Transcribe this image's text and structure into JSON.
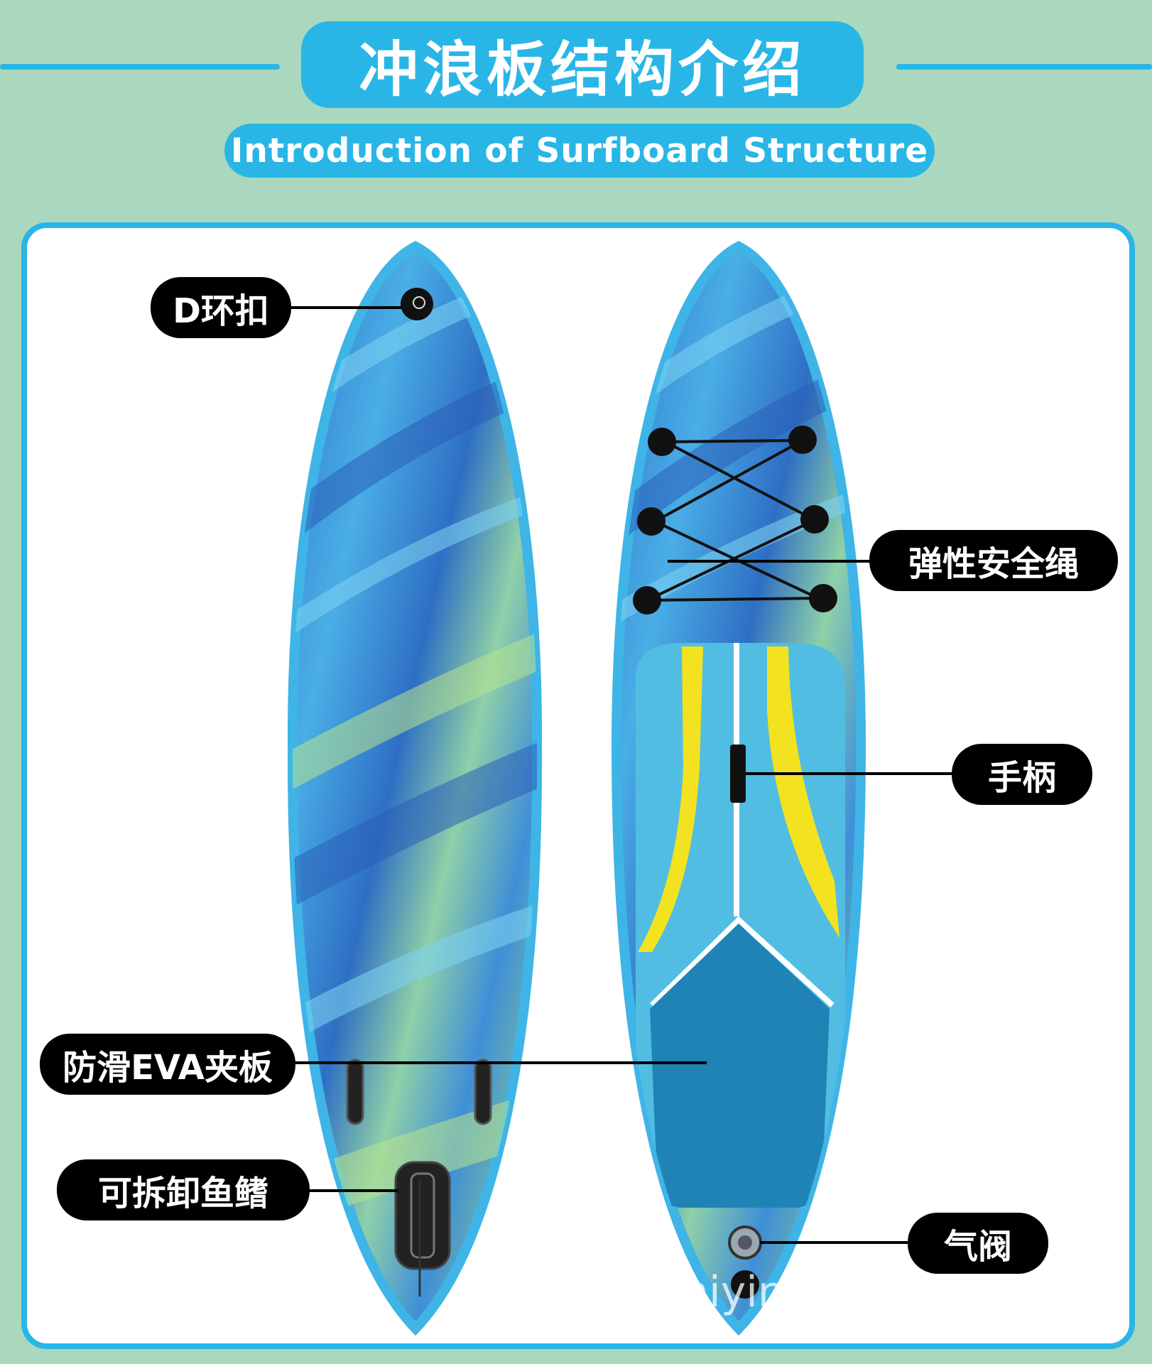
{
  "header": {
    "title_cn": "冲浪板结构介绍",
    "title_en": "Introduction of Surfboard Structure"
  },
  "labels": {
    "d_ring": "D环扣",
    "bungee": "弹性安全绳",
    "handle": "手柄",
    "eva_pad": "防滑EVA夹板",
    "fin": "可拆卸鱼鳍",
    "valve": "气阀"
  },
  "watermark": "hiyin",
  "colors": {
    "background": "#a9d8be",
    "accent": "#29b6e6",
    "board_outline": "#3fb4e6",
    "stripe_yellow": "#f2e21f",
    "pad_dark": "#2083b6",
    "pad_light": "#52bde3"
  }
}
